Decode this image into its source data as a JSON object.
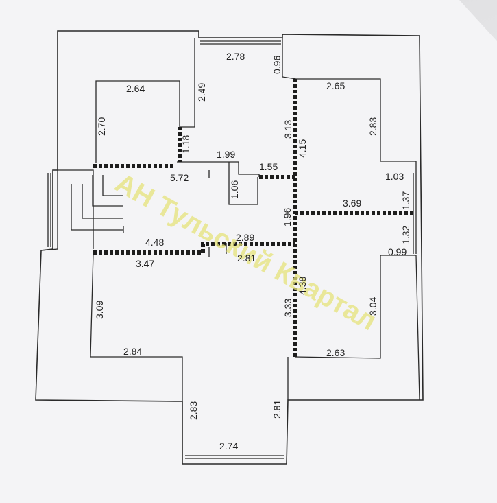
{
  "watermark": "АН Тульский Квартал",
  "dimensions": {
    "d_2_78": "2.78",
    "d_0_96": "0.96",
    "d_2_49": "2.49",
    "d_2_64": "2.64",
    "d_2_70": "2.70",
    "d_1_18": "1.18",
    "d_1_99": "1.99",
    "d_5_72": "5.72",
    "d_1_06": "1.06",
    "d_1_55": "1.55",
    "d_3_13": "3.13",
    "d_4_15": "4.15",
    "d_2_65": "2.65",
    "d_2_83_top": "2.83",
    "d_1_03": "1.03",
    "d_1_37": "1.37",
    "d_1_96": "1.96",
    "d_3_69": "3.69",
    "d_1_32": "1.32",
    "d_0_99": "0.99",
    "d_2_89": "2.89",
    "d_2_81_mid": "2.81",
    "d_4_48": "4.48",
    "d_3_47": "3.47",
    "d_3_09": "3.09",
    "d_3_33": "3.33",
    "d_4_38": "4.38",
    "d_3_04": "3.04",
    "d_2_84": "2.84",
    "d_2_63": "2.63",
    "d_2_83_bottom": "2.83",
    "d_2_81_bottom": "2.81",
    "d_2_74": "2.74"
  },
  "colors": {
    "paper": "#f7f7f8",
    "line": "#2a2a2a",
    "watermark": "#e6e37a"
  }
}
